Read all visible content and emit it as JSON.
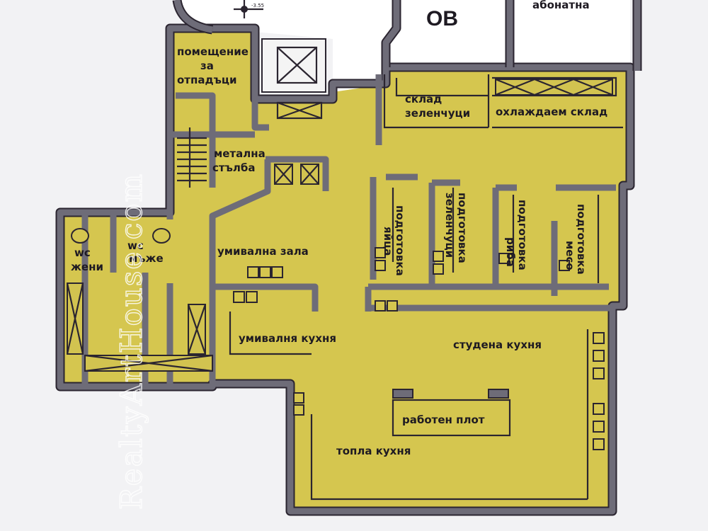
{
  "plan": {
    "level_mark": "-3.55",
    "rooms": {
      "ov": "ОВ",
      "abonatna": "абонатна",
      "waste_room_1": "помещение",
      "waste_room_2": "за",
      "waste_room_3": "отпадъци",
      "metal_stair_1": "метална",
      "metal_stair_2": "стълба",
      "veg_storage_1": "склад",
      "veg_storage_2": "зеленчуци",
      "cold_storage": "охлаждаем склад",
      "prep_eggs_1": "подготовка",
      "prep_eggs_2": "яйца",
      "prep_veg_1": "подготовка",
      "prep_veg_2": "зеленчуци",
      "prep_fish_1": "подготовка",
      "prep_fish_2": "риба",
      "prep_meat_1": "подготовка",
      "prep_meat_2": "месо",
      "wc_women_1": "wc",
      "wc_women_2": "жени",
      "wc_men_1": "wc",
      "wc_men_2": "мъже",
      "wash_hall": "умивална зала",
      "wash_kitchen": "умивалня кухня",
      "cold_kitchen": "студена кухня",
      "work_counter": "работен плот",
      "hot_kitchen": "топла кухня"
    },
    "watermark": "RealtyArtHouse.com",
    "colors": {
      "floor": "#d5c64f",
      "wall": "#6e6c78",
      "outline": "#2b2530"
    }
  }
}
